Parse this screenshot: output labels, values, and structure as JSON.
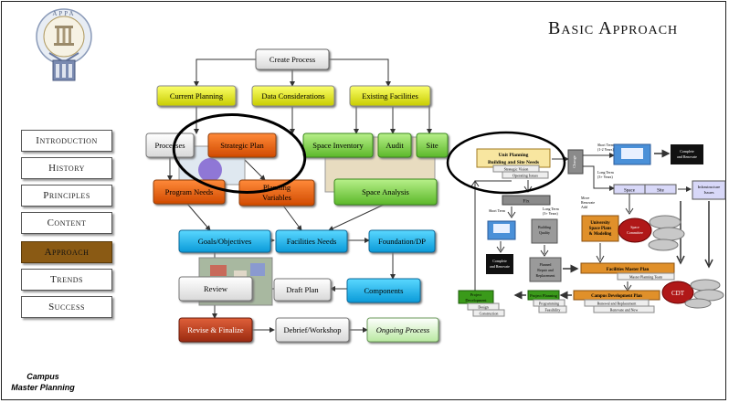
{
  "page_title": "Basic Approach",
  "logo_text": "APPA",
  "nav": {
    "items": [
      {
        "label": "Introduction",
        "active": false
      },
      {
        "label": "History",
        "active": false
      },
      {
        "label": "Principles",
        "active": false
      },
      {
        "label": "Content",
        "active": false
      },
      {
        "label": "Approach",
        "active": true
      },
      {
        "label": "Trends",
        "active": false
      },
      {
        "label": "Success",
        "active": false
      }
    ]
  },
  "footer": {
    "line1": "Campus",
    "line2": "Master Planning"
  },
  "flowchart": {
    "create_process": "Create Process",
    "current_planning": "Current Planning",
    "data_considerations": "Data Considerations",
    "existing_facilities": "Existing Facilities",
    "processes": "Processes",
    "strategic_plan": "Strategic Plan",
    "space_inventory": "Space Inventory",
    "audit": "Audit",
    "site": "Site",
    "program_needs": "Program Needs",
    "planning_variables_1": "Planning",
    "planning_variables_2": "Variables",
    "space_analysis": "Space Analysis",
    "goals_objectives": "Goals/Objectives",
    "facilities_needs": "Facilities Needs",
    "foundation_dp": "Foundation/DP",
    "review": "Review",
    "draft_plan": "Draft Plan",
    "components": "Components",
    "revise_finalize": "Revise & Finalize",
    "debrief_workshop": "Debrief/Workshop",
    "ongoing_process": "Ongoing Process"
  },
  "diagram": {
    "unit_planning_1": "Unit Planning",
    "unit_planning_2": "Building and Site Needs",
    "strategic_vision": "Strategic Vision",
    "operating_issues": "Operating Issues",
    "change": "Change",
    "short_term_top_1": "Short Term",
    "short_term_top_2": "(1-2 Years)",
    "long_term_top_1": "Long Term",
    "long_term_top_2": "(3+ Years)",
    "complete_renovate_1": "Complete",
    "complete_renovate_2": "and Renovate",
    "space": "Space",
    "site": "Site",
    "infrastructure_1": "Infrastructure",
    "infrastructure_2": "Issues",
    "fix": "Fix",
    "short_term": "Short Term",
    "long_term_1": "Long Term",
    "long_term_2": "(3+ Years)",
    "move_renovate_1": "Move",
    "move_renovate_2": "Renovate",
    "move_renovate_3": "Add",
    "building_quality_1": "Building",
    "building_quality_2": "Quality",
    "university_1": "University",
    "university_2": "Space Plans",
    "university_3": "& Modeling",
    "space_committee_1": "Space",
    "space_committee_2": "Committee",
    "complete_renovate_b1": "Complete",
    "complete_renovate_b2": "and Renovate",
    "planned_1": "Planned",
    "planned_2": "Repair and",
    "planned_3": "Replacement",
    "fmp": "Facilities Master Plan",
    "mpt": "Master Planning Team",
    "project_development_1": "Project",
    "project_development_2": "Development",
    "design": "Design",
    "construction": "Construction",
    "project_planning": "Project Planning",
    "programming": "Programming",
    "feasibility": "Feasibility",
    "cdp": "Campus Development Plan",
    "renewal": "Renewal and Replacement",
    "renovate_new": "Renovate and New",
    "cdt": "CDT"
  }
}
